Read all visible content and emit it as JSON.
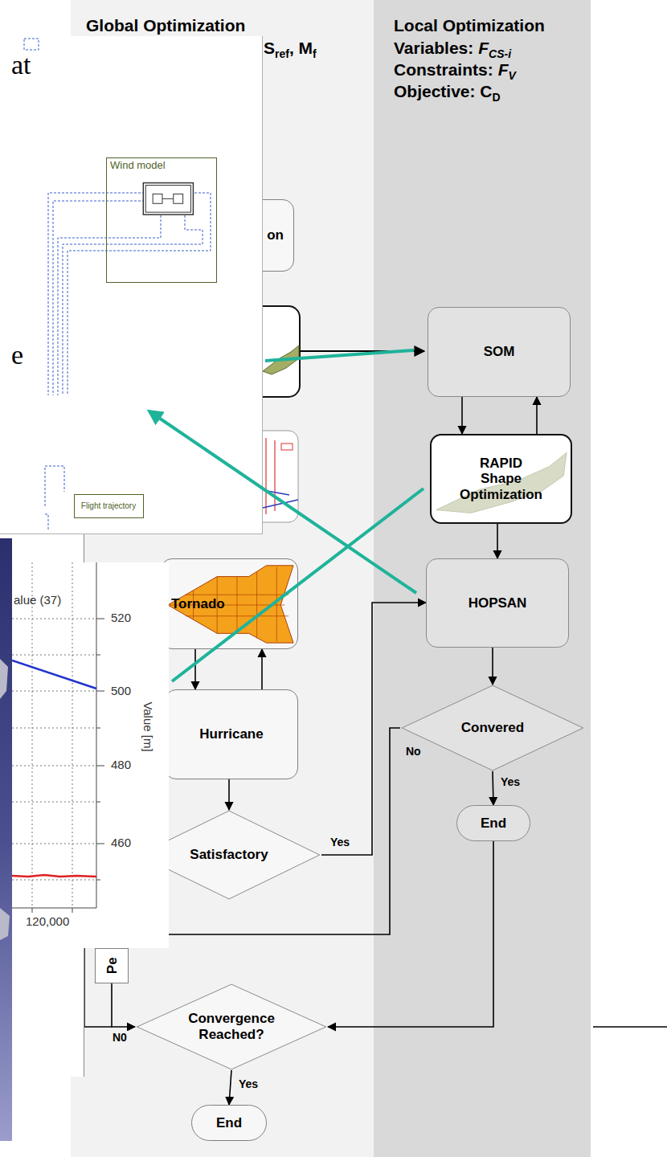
{
  "diagram": {
    "nodes": [
      {
        "text": [
          "Global Optimization"
        ]
      },
      {
        "text": [
          "Local Optimization"
        ]
      },
      {
        "text": [
          "on"
        ],
        "in": 0
      },
      {
        "text": [
          "Tornado"
        ],
        "in": 0
      },
      {
        "text": [
          "Hurricane"
        ],
        "in": 0
      },
      {
        "text": [
          "Satisfactory"
        ],
        "in": 0
      },
      {
        "text": [
          "Pe"
        ],
        "in": 0
      },
      {
        "text": [
          "Convergence Reached?"
        ],
        "in": 0
      },
      {
        "text": [
          "End"
        ],
        "in": 0
      },
      {
        "text": [
          "SOM"
        ],
        "in": 1
      },
      {
        "text": [
          "RAPID Shape Optimization"
        ],
        "in": 1
      },
      {
        "text": [
          "HOPSAN"
        ],
        "in": 1
      },
      {
        "text": [
          "Convered"
        ],
        "in": 1
      },
      {
        "text": [
          "End"
        ],
        "in": 1
      },
      {
        "text": [
          "Wind model"
        ]
      },
      {
        "text": [
          "Flight trajectory"
        ]
      }
    ],
    "edges": [
      {
        "from": 10,
        "to": 9,
        "arrow": "to"
      },
      {
        "from": 9,
        "to": 10,
        "arrow": "to"
      },
      {
        "from": 10,
        "to": 11,
        "arrow": "to"
      },
      {
        "from": 3,
        "to": 4,
        "arrow": "to"
      },
      {
        "from": 4,
        "to": 3,
        "arrow": "to"
      },
      {
        "from": 4,
        "to": 5,
        "arrow": "to"
      },
      {
        "from": 5,
        "to": 11,
        "label": "Yes",
        "arrow": "to"
      },
      {
        "from": 11,
        "to": 12,
        "arrow": "to"
      },
      {
        "from": 12,
        "to": 13,
        "label": "Yes",
        "arrow": "to"
      },
      {
        "from": 12,
        "to": 6,
        "label": "No",
        "arrow": "to"
      },
      {
        "from": 6,
        "to": 7,
        "arrow": "to"
      },
      {
        "from": 13,
        "to": 7,
        "arrow": "to"
      },
      {
        "from": 7,
        "to": 8,
        "label": "Yes",
        "arrow": "to"
      }
    ],
    "labels": [
      "S",
      "ref",
      ", M",
      "f",
      "Variables:",
      "F",
      "CS-i",
      "Constraints:",
      "F",
      "V",
      "Objective: C",
      "D",
      "at",
      "e",
      "alue (37)",
      "520",
      "500",
      "480",
      "460",
      "120,000",
      "Value [m]",
      "N0"
    ]
  }
}
